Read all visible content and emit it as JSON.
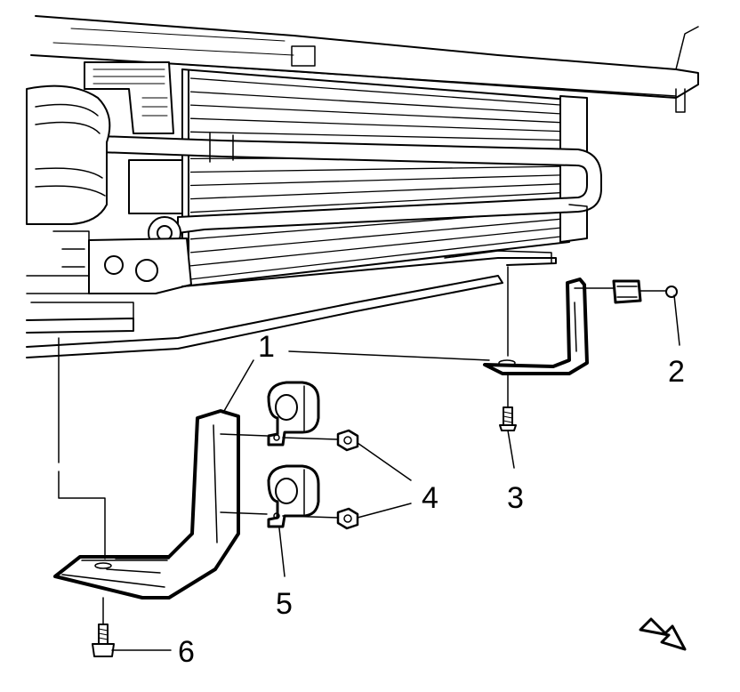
{
  "callouts": {
    "c1": "1",
    "c2": "2",
    "c3": "3",
    "c4": "4",
    "c5": "5",
    "c6": "6"
  },
  "icons": {
    "direction_arrow": "front-direction-arrow-icon"
  },
  "colors": {
    "ink": "#000000",
    "paper": "#ffffff"
  }
}
